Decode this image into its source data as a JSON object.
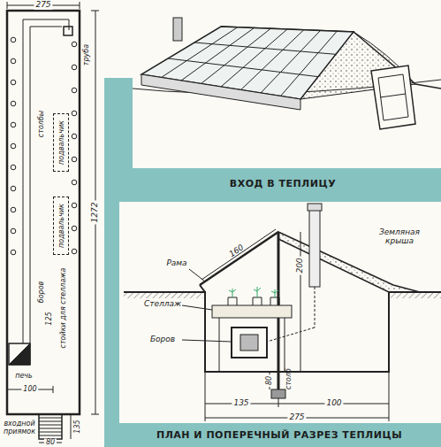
{
  "diagram": {
    "caption": "ПЛАН И ПОПЕРЕЧНЫЙ РАЗРЕЗ ТЕПЛИЦЫ",
    "nodes": [
      {
        "text": [
          "подвальчик"
        ]
      },
      {
        "text": [
          "подвальчик"
        ]
      }
    ],
    "labels": [
      "275",
      "труба",
      "1272",
      "столбы",
      "боров",
      "125",
      "стойки для стеллажа",
      "печь",
      "100",
      "входной приямок",
      "135",
      "80",
      "ВХОД В ТЕПЛИЦУ",
      "Рама",
      "160",
      "Земляная крыша",
      "Стеллаж",
      "Боров",
      "200",
      "80",
      "столб",
      "135",
      "100",
      "275"
    ]
  }
}
